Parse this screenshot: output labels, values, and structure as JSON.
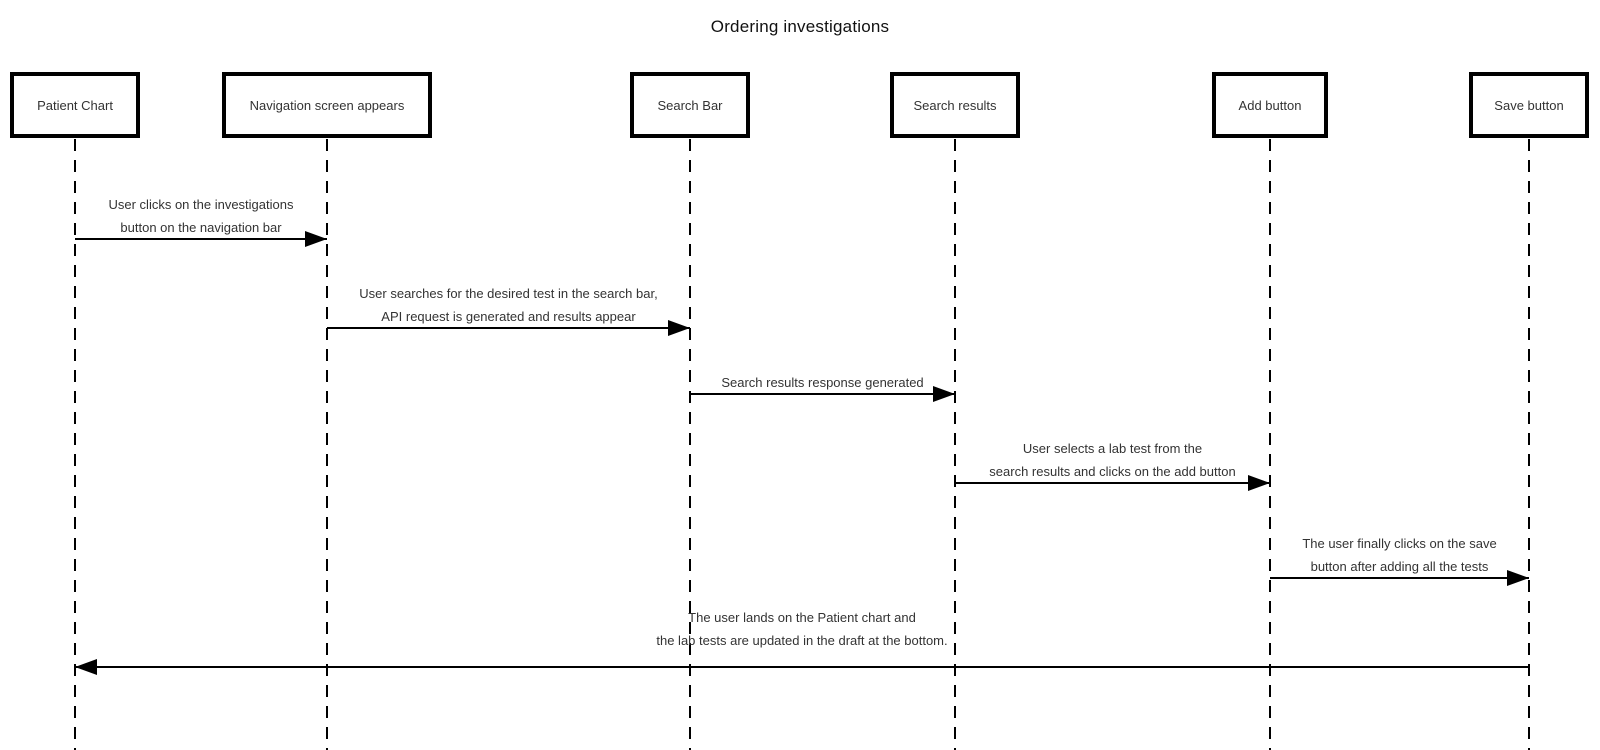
{
  "title": "Ordering investigations",
  "diagram": {
    "type": "sequence-diagram",
    "actors": [
      {
        "label": "Patient Chart"
      },
      {
        "label": "Navigation screen appears"
      },
      {
        "label": "Search Bar"
      },
      {
        "label": "Search results"
      },
      {
        "label": "Add button"
      },
      {
        "label": "Save button"
      }
    ],
    "messages": [
      {
        "from": "Patient Chart",
        "to": "Navigation screen appears",
        "direction": "right",
        "lines": [
          "User clicks on the investigations",
          "button on the navigation bar"
        ]
      },
      {
        "from": "Navigation screen appears",
        "to": "Search Bar",
        "direction": "right",
        "lines": [
          "User searches for the desired test in the search bar,",
          "API request is generated and results appear"
        ]
      },
      {
        "from": "Search Bar",
        "to": "Search results",
        "direction": "right",
        "lines": [
          "Search results response generated"
        ]
      },
      {
        "from": "Search results",
        "to": "Add button",
        "direction": "right",
        "lines": [
          "User selects a lab test from the",
          "search results and clicks on the add button"
        ]
      },
      {
        "from": "Add button",
        "to": "Save button",
        "direction": "right",
        "lines": [
          "The user finally clicks on the save",
          "button after adding all the tests"
        ]
      },
      {
        "from": "Save button",
        "to": "Patient Chart",
        "direction": "left",
        "lines": [
          "The user lands on the Patient chart and",
          "the lab tests are updated in the draft at the bottom."
        ]
      }
    ]
  },
  "colors": {
    "background": "#ffffff",
    "line": "#000000",
    "text": "#333333"
  }
}
